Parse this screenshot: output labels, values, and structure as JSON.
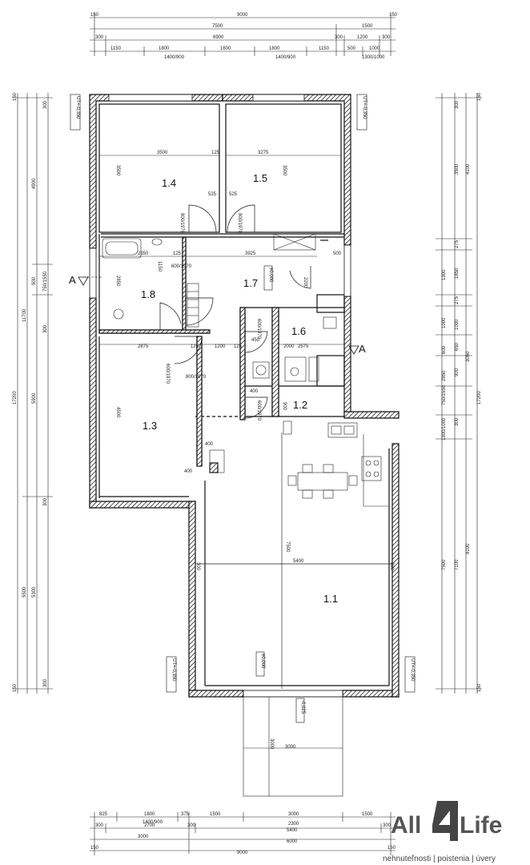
{
  "dimensions": {
    "top": {
      "row1": [
        "150",
        "9000",
        "150"
      ],
      "row2": [
        "7500",
        "1500"
      ],
      "row3": [
        "300",
        "6900",
        "300",
        "1200",
        "300"
      ],
      "row4": [
        "1150",
        "1800",
        "1600",
        "1800",
        "1150",
        "500",
        "1000"
      ],
      "row4_sub": [
        "1400/900",
        "1400/900",
        "1300/1000"
      ]
    },
    "bottom": {
      "row1": [
        "825",
        "1800",
        "375",
        "1500",
        "3000",
        "1500"
      ],
      "row1_sub": [
        "1400/900",
        "2300"
      ],
      "row2": [
        "300",
        "2700",
        "300",
        "5400",
        "300"
      ],
      "row3": [
        "3000",
        "6000"
      ],
      "row4": [
        "150",
        "9000",
        "150"
      ]
    },
    "left": {
      "outer": [
        "150",
        "17200",
        "150"
      ],
      "mid": [
        "11700",
        "5500"
      ],
      "inner": [
        "4900",
        "900",
        "5900",
        "5300"
      ],
      "detail": [
        "300",
        "750/1550",
        "300",
        "300",
        "300"
      ]
    },
    "right": {
      "outer": [
        "150",
        "17200",
        "150"
      ],
      "mid": [
        "4100",
        "3050",
        "8100"
      ],
      "inner": [
        "300",
        "3500",
        "275",
        "1850",
        "275",
        "1000",
        "650",
        "900",
        "300",
        "7100"
      ],
      "detail": [
        "1300",
        "1000",
        "600",
        "2850",
        "750/1550",
        "1300/1000",
        "7500"
      ]
    },
    "interior": [
      "3500",
      "125",
      "3275",
      "525",
      "525",
      "2350",
      "125",
      "3925",
      "500",
      "2875",
      "125",
      "1200",
      "125",
      "2000",
      "2575",
      "5400",
      "7500",
      "4500",
      "3500",
      "3500",
      "2200",
      "2850",
      "1150",
      "400",
      "400",
      "400",
      "900",
      "450",
      "600/1970",
      "800/1970",
      "800/1970",
      "800/1970",
      "600/1970",
      "600/1970",
      "600/1970",
      "3000",
      "3000",
      "300",
      "300"
    ]
  },
  "rooms": {
    "r14": "1.4",
    "r15": "1.5",
    "r17": "1.7",
    "r18": "1.8",
    "r16": "1.6",
    "r13": "1.3",
    "r12": "1.2",
    "r11": "1.1"
  },
  "levels": {
    "ut_tl": "UT=-0,350",
    "ut_tr": "UT=-0,350",
    "ut_bl": "UT=-0,350",
    "ut_br": "UT=-0,350",
    "hall": "±0,000",
    "living": "±0,000",
    "terrace": "-0,025"
  },
  "section": {
    "left": "A",
    "right": "A"
  },
  "logo": {
    "text_a": "All",
    "text_4": "4",
    "text_b": "Life",
    "tagline": "nehnuteľnosti  |  poistenia  |  úvery"
  },
  "colors": {
    "wall_line": "#111111",
    "logo_grey": "#555555",
    "background": "#ffffff"
  }
}
